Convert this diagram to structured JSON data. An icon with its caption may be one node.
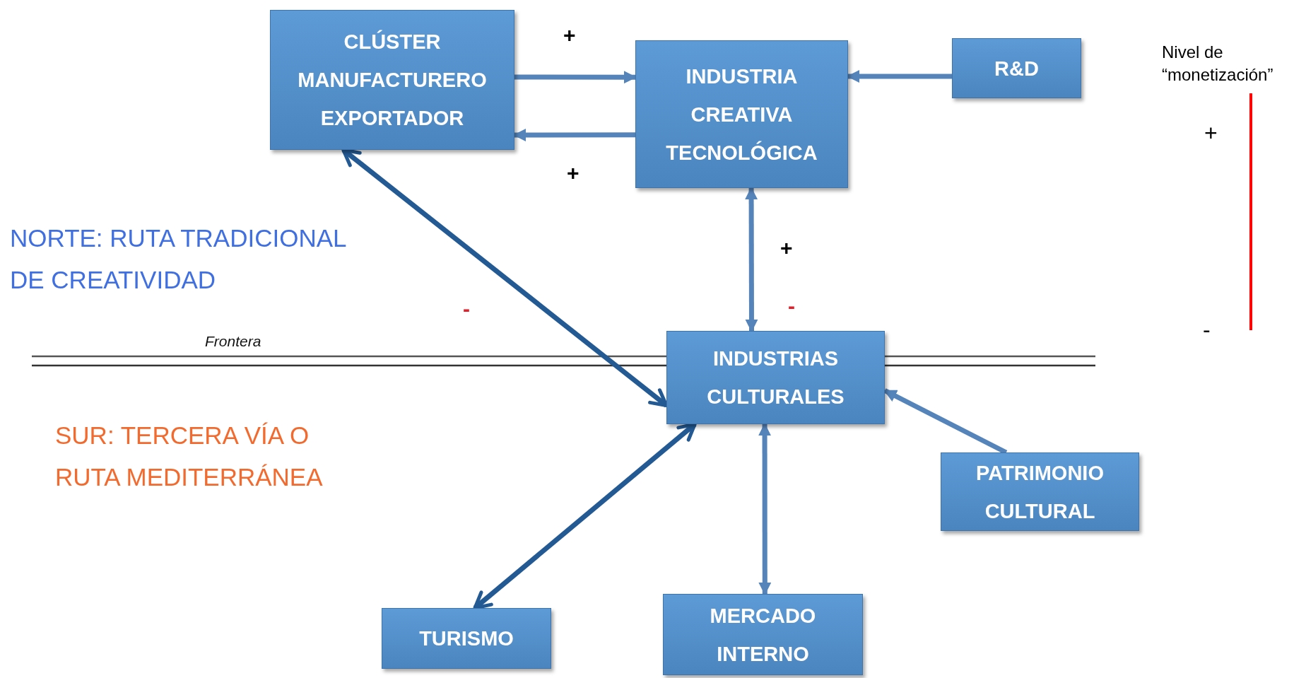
{
  "diagram": {
    "nodes": [
      {
        "text": [
          "CLÚSTER MANUFACTURERO EXPORTADOR"
        ]
      },
      {
        "text": [
          "INDUSTRIA CREATIVA TECNOLÓGICA"
        ]
      },
      {
        "text": [
          "R&D"
        ]
      },
      {
        "text": [
          "INDUSTRIAS CULTURALES"
        ]
      },
      {
        "text": [
          "PATRIMONIO CULTURAL"
        ]
      },
      {
        "text": [
          "TURISMO"
        ]
      },
      {
        "text": [
          "MERCADO INTERNO"
        ]
      }
    ],
    "edges": [
      {
        "from": 0,
        "to": 1,
        "arrow": "to"
      },
      {
        "from": 1,
        "to": 0,
        "arrow": "to"
      },
      {
        "from": 2,
        "to": 1,
        "arrow": "to"
      },
      {
        "from": 0,
        "to": 3,
        "arrow": "both",
        "color": "#245a94"
      },
      {
        "from": 1,
        "to": 3,
        "arrow": "both"
      },
      {
        "from": 5,
        "to": 3,
        "arrow": "both",
        "color": "#245a94"
      },
      {
        "from": 6,
        "to": 3,
        "arrow": "both"
      },
      {
        "from": 4,
        "to": 3,
        "arrow": "to"
      }
    ],
    "labels": [
      "+",
      "+",
      "NORTE: RUTA TRADICIONAL DE CREATIVIDAD",
      "+",
      "-",
      "-",
      "Frontera",
      "SUR: TERCERA VÍA O RUTA MEDITERRÁNEA",
      "Nivel de “monetización”",
      "+",
      "-"
    ]
  }
}
